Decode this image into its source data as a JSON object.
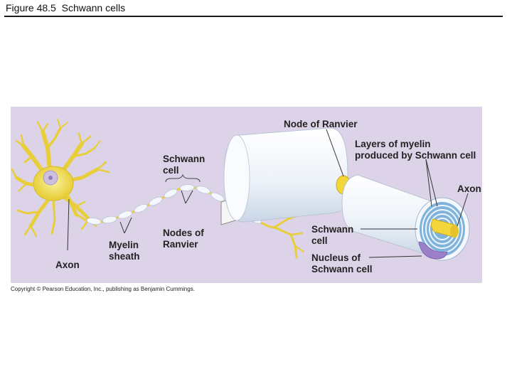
{
  "title": "Figure 48.5  Schwann cells",
  "figure": {
    "colors": {
      "panel_background": "#ddd3e8",
      "neuron_yellow": "#f2df55",
      "myelin_white": "#f4f7fb",
      "schwann_blue": "#7fb3dc",
      "nucleus_purple": "#9b7fc8",
      "arrow_gray": "#777777"
    },
    "labels": {
      "node_of_ranvier": "Node of Ranvier",
      "layers_line1": "Layers of myelin",
      "layers_line2": "produced by Schwann cell",
      "axon_right": "Axon",
      "schwann_cell_top_line1": "Schwann",
      "schwann_cell_top_line2": "cell",
      "schwann_cell_right_line1": "Schwann",
      "schwann_cell_right_line2": "cell",
      "nodes_line1": "Nodes of",
      "nodes_line2": "Ranvier",
      "myelin_line1": "Myelin",
      "myelin_line2": "sheath",
      "axon_left": "Axon",
      "nucleus_line1": "Nucleus of",
      "nucleus_line2": "Schwann cell"
    },
    "copyright": "Copyright © Pearson Education, Inc., publishing as Benjamin Cummings."
  }
}
